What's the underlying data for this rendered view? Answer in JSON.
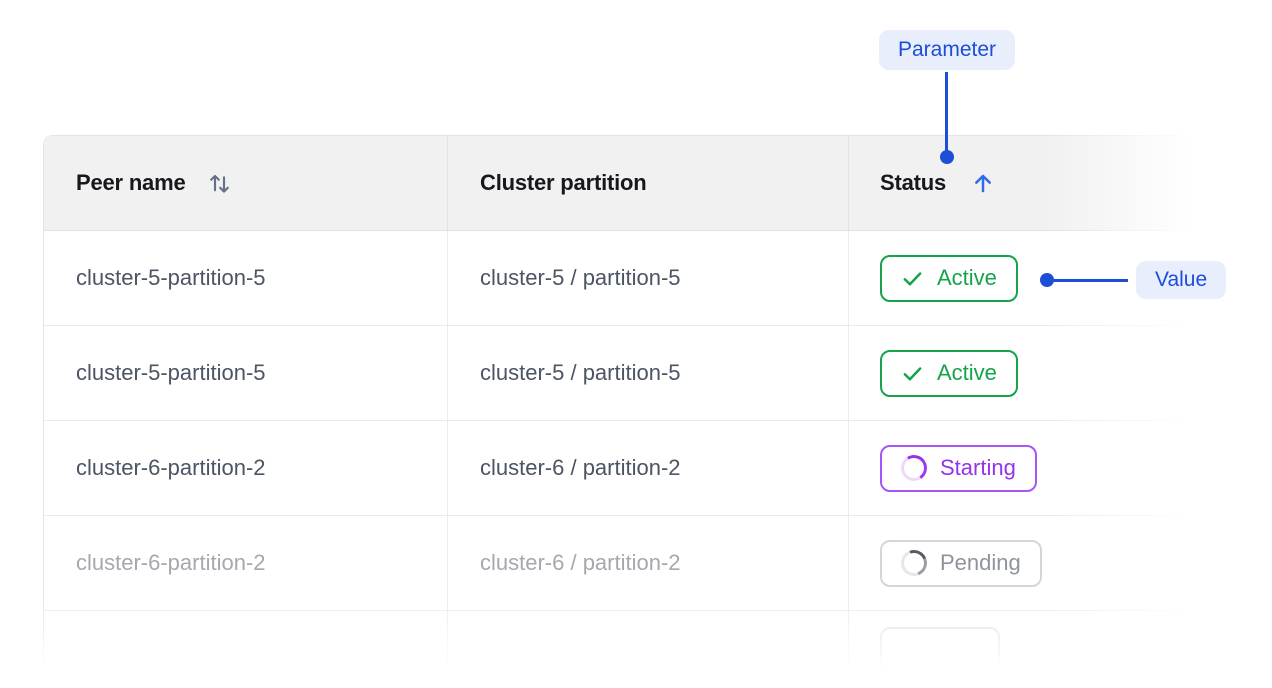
{
  "callouts": {
    "parameter_label": "Parameter",
    "value_label": "Value",
    "accent_color": "#1d4ed8",
    "pill_bg_color": "#e8eefb"
  },
  "table": {
    "columns": [
      {
        "label": "Peer name",
        "sort": "sortable",
        "sort_icon": "sort-up-down-icon"
      },
      {
        "label": "Cluster partition",
        "sort": "none",
        "sort_icon": null
      },
      {
        "label": "Status",
        "sort": "ascending",
        "sort_icon": "sort-ascending-arrow-icon"
      }
    ],
    "rows": [
      {
        "peer": "cluster-5-partition-5",
        "partition": "cluster-5 / partition-5",
        "status": "Active",
        "status_kind": "active",
        "muted": false
      },
      {
        "peer": "cluster-5-partition-5",
        "partition": "cluster-5 / partition-5",
        "status": "Active",
        "status_kind": "active",
        "muted": false
      },
      {
        "peer": "cluster-6-partition-2",
        "partition": "cluster-6 / partition-2",
        "status": "Starting",
        "status_kind": "starting",
        "muted": false
      },
      {
        "peer": "cluster-6-partition-2",
        "partition": "cluster-6 / partition-2",
        "status": "Pending",
        "status_kind": "pending",
        "muted": true
      },
      {
        "peer": "",
        "partition": "",
        "status": null,
        "status_kind": "ghost",
        "muted": true,
        "partial": true
      }
    ],
    "status_colors": {
      "active": "#16a34a",
      "starting": "#9333ea",
      "pending": "#8f939c"
    }
  }
}
